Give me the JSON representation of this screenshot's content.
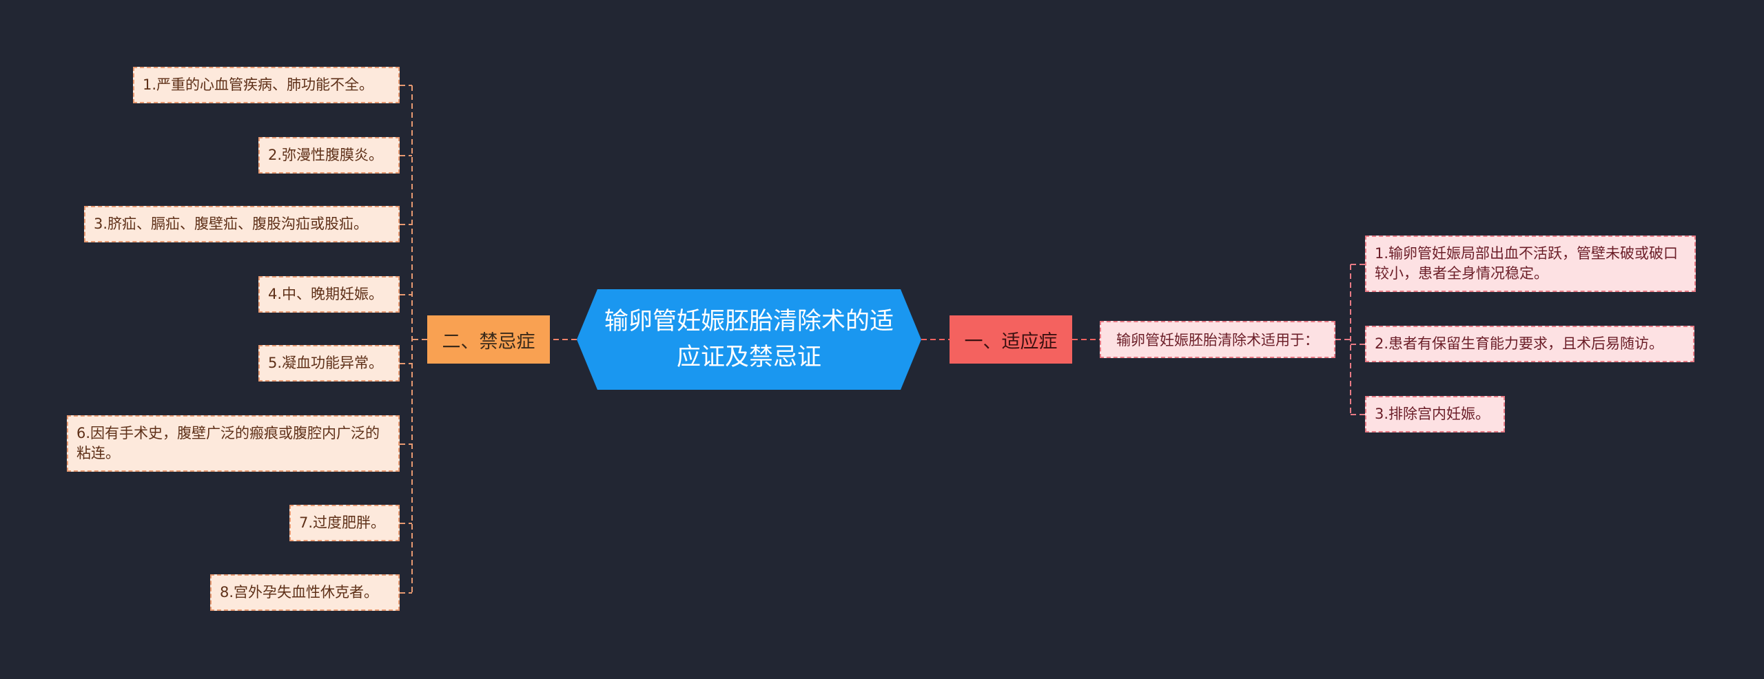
{
  "root": {
    "title": "输卵管妊娠胚胎清除术的适应证及禁忌证"
  },
  "left_branch": {
    "label": "二、禁忌症",
    "items": [
      "1.严重的心血管疾病、肺功能不全。",
      "2.弥漫性腹膜炎。",
      "3.脐疝、膈疝、腹壁疝、腹股沟疝或股疝。",
      "4.中、晚期妊娠。",
      "5.凝血功能异常。",
      "6.因有手术史，腹壁广泛的瘢痕或腹腔内广泛的粘连。",
      "7.过度肥胖。",
      "8.宫外孕失血性休克者。"
    ]
  },
  "right_branch": {
    "label": "一、适应症",
    "sub_label": "输卵管妊娠胚胎清除术适用于：",
    "items": [
      "1.输卵管妊娠局部出血不活跃，管壁未破或破口较小，患者全身情况稳定。",
      "2.患者有保留生育能力要求，且术后易随访。",
      "3.排除宫内妊娠。"
    ]
  },
  "colors": {
    "background": "#222633",
    "root": "#1a97f0",
    "left_branch": "#f9a152",
    "right_branch": "#f4625f",
    "left_leaf": "#fde9dc",
    "right_leaf": "#fde1e3"
  }
}
